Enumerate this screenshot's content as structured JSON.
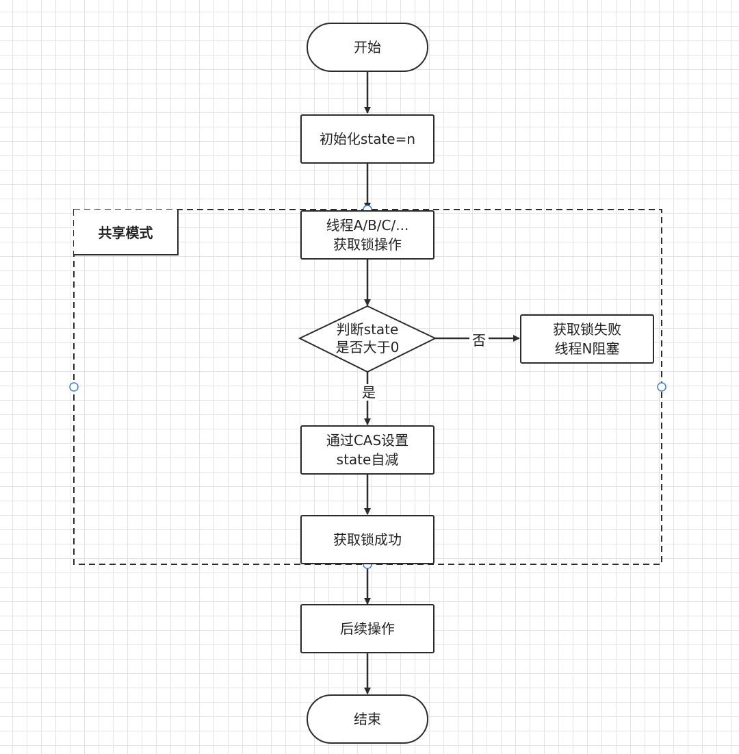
{
  "group": {
    "title": "共享模式"
  },
  "nodes": {
    "start": "开始",
    "init": "初始化state=n",
    "acquire": "线程A/B/C/...\n获取锁操作",
    "decision": "判断state\n是否大于0",
    "fail": "获取锁失败\n线程N阻塞",
    "cas": "通过CAS设置\nstate自减",
    "success": "获取锁成功",
    "follow": "后续操作",
    "end": "结束"
  },
  "edges": {
    "no": "否",
    "yes": "是"
  }
}
